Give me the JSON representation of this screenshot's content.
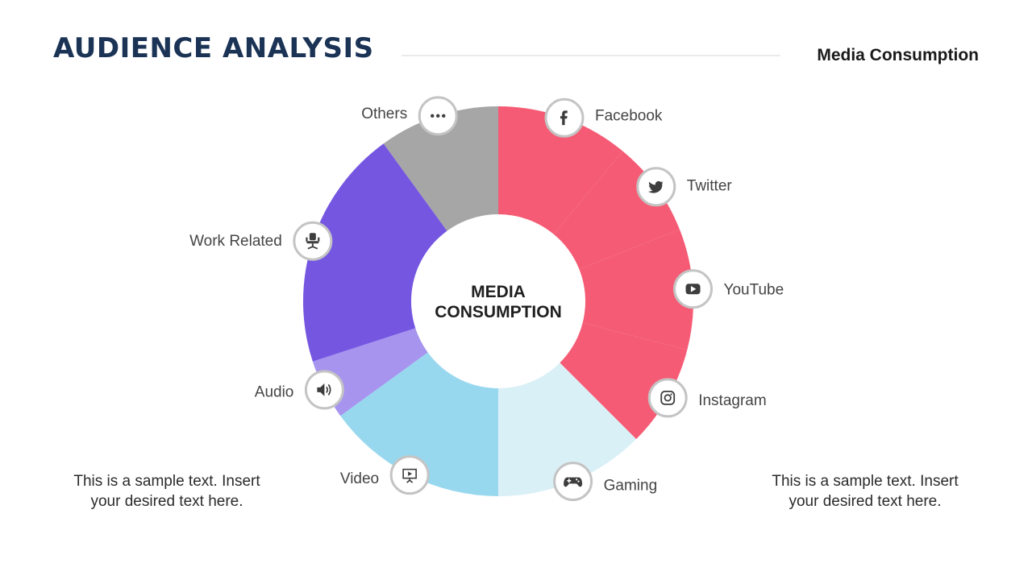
{
  "header": {
    "title": "AUDIENCE ANALYSIS",
    "subtitle": "Media Consumption"
  },
  "chart_data": {
    "type": "pie",
    "variant": "donut",
    "center_label": [
      "MEDIA",
      "CONSUMPTION"
    ],
    "series": [
      {
        "name": "Facebook",
        "value": 11,
        "color": "#f55b74",
        "icon": "facebook-icon"
      },
      {
        "name": "Twitter",
        "value": 8,
        "color": "#f55b74",
        "icon": "twitter-icon"
      },
      {
        "name": "YouTube",
        "value": 10,
        "color": "#f55b74",
        "icon": "youtube-icon"
      },
      {
        "name": "Instagram",
        "value": 8.5,
        "color": "#f55b74",
        "icon": "instagram-icon"
      },
      {
        "name": "Gaming",
        "value": 12.5,
        "color": "#daf0f7",
        "icon": "gamepad-icon"
      },
      {
        "name": "Video",
        "value": 15,
        "color": "#98d8ef",
        "icon": "presentation-icon"
      },
      {
        "name": "Audio",
        "value": 5,
        "color": "#a694ee",
        "icon": "speaker-icon"
      },
      {
        "name": "Work Related",
        "value": 20,
        "color": "#7556e1",
        "icon": "office-chair-icon"
      },
      {
        "name": "Others",
        "value": 10,
        "color": "#a6a6a6",
        "icon": "more-icon"
      }
    ]
  },
  "notes": {
    "left": "This is a sample text. Insert your desired text here.",
    "right": "This is a sample text. Insert your desired text here."
  }
}
